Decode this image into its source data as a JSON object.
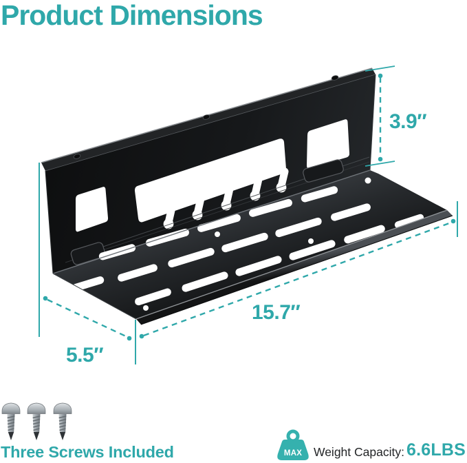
{
  "title": "Product Dimensions",
  "colors": {
    "accent_teal": "#2fa8aa",
    "icon_teal": "#35b1ae",
    "metal_dark": "#141618",
    "text_dark": "#232527"
  },
  "dimensions": {
    "height_label": "3.9″",
    "length_label": "15.7″",
    "depth_label": "5.5″"
  },
  "icons": [
    "screw-icon",
    "weight-icon"
  ],
  "footer": {
    "screws_note": "Three Screws Included",
    "weight_badge": "MAX",
    "weight_capacity_label": "Weight Capacity:",
    "weight_capacity_value": "6.6LBS"
  }
}
